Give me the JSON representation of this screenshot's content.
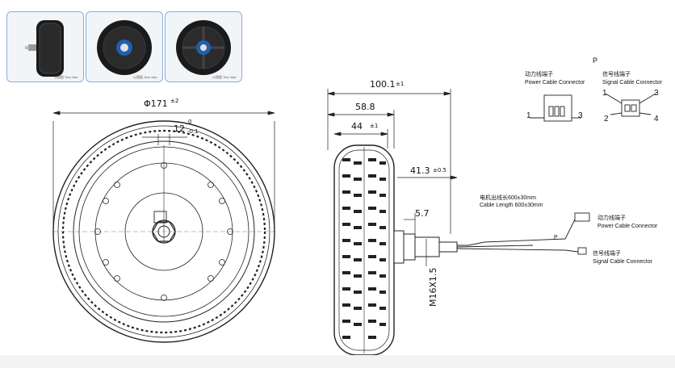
{
  "thumbnails": [
    {
      "caption": "以图据 Test data"
    },
    {
      "caption": "以图据 Test data"
    },
    {
      "caption": "以图据 Test data"
    }
  ],
  "front_view": {
    "diameter": "Φ171",
    "diameter_tol": "±2",
    "shaft_width": "12",
    "shaft_tol_upper": "0",
    "shaft_tol_lower": "-0.1"
  },
  "side_view": {
    "overall_width": "100.1",
    "overall_width_tol": "±1",
    "hub_width": "58.8",
    "tire_width": "44",
    "tire_width_tol": "±1",
    "axle_len": "41.3",
    "axle_len_tol": "±0.5",
    "step": "5.7",
    "thread": "M16X1.5",
    "cable_cn": "电机出线长600±30mm",
    "cable_en": "Cable Length 600±30mm",
    "power_conn_cn": "动力线端子",
    "power_conn_en": "Power Cable Connector",
    "signal_conn_cn": "信号线端子",
    "signal_conn_en": "Signal Cable Connector",
    "p_label": "P"
  },
  "connector_detail": {
    "p_label": "P",
    "power_cn": "动力线端子",
    "power_en": "Power Cable Connector",
    "signal_cn": "信号线端子",
    "signal_en": "Signal Cable Connector",
    "pin_1": "1",
    "pin_3": "3",
    "sig_pin_1": "1",
    "sig_pin_2": "2",
    "sig_pin_3": "3",
    "sig_pin_4": "4"
  }
}
